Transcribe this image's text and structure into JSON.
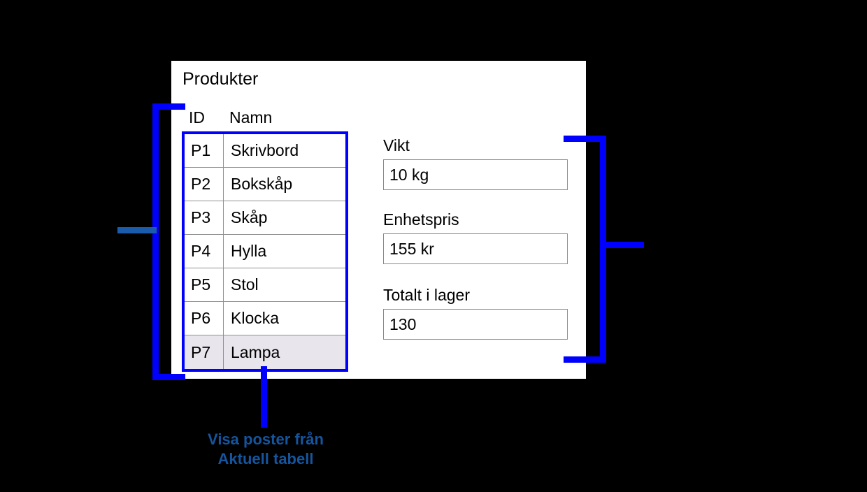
{
  "panel": {
    "title": "Produkter"
  },
  "records_table": {
    "headers": {
      "id": "ID",
      "name": "Namn"
    },
    "rows": [
      {
        "id": "P1",
        "name": "Skrivbord",
        "selected": false
      },
      {
        "id": "P2",
        "name": "Bokskåp",
        "selected": false
      },
      {
        "id": "P3",
        "name": "Skåp",
        "selected": false
      },
      {
        "id": "P4",
        "name": "Hylla",
        "selected": false
      },
      {
        "id": "P5",
        "name": "Stol",
        "selected": false
      },
      {
        "id": "P6",
        "name": "Klocka",
        "selected": false
      },
      {
        "id": "P7",
        "name": "Lampa",
        "selected": true
      }
    ]
  },
  "detail_fields": [
    {
      "label": "Vikt",
      "value": "10 kg"
    },
    {
      "label": "Enhetspris",
      "value": "155 kr"
    },
    {
      "label": "Totalt i lager",
      "value": "130"
    }
  ],
  "annotations": {
    "caption_line1": "Visa poster från",
    "caption_line2": "Aktuell tabell"
  },
  "colors": {
    "bracket_blue": "#0000ff",
    "leader_steel_blue": "#1b5bab",
    "caption_blue": "#15559e",
    "selected_row": "#e9e5ec",
    "grid_line": "#909090",
    "field_border": "#8a8a8a",
    "panel_bg": "#ffffff",
    "canvas_bg": "#000000"
  }
}
